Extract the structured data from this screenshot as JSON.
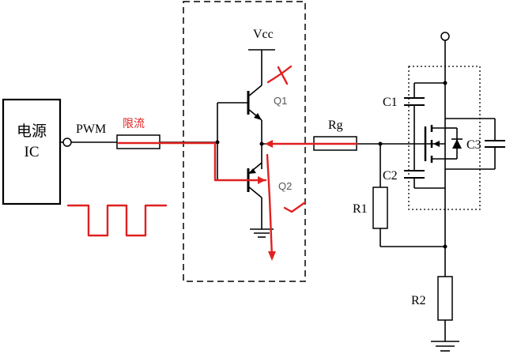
{
  "labels": {
    "ic_line1": "电源",
    "ic_line2": "IC",
    "pwm": "PWM",
    "current_limit": "限流",
    "vcc": "Vcc",
    "q1": "Q1",
    "q2": "Q2",
    "rg": "Rg",
    "r1": "R1",
    "r2": "R2",
    "c1": "C1",
    "c2": "C2",
    "c3": "C3"
  },
  "colors": {
    "annotation": "#e02020",
    "wire": "#000000",
    "gray_label": "#555555"
  },
  "annotations": {
    "q1_mark": "cross",
    "q2_mark": "check"
  }
}
